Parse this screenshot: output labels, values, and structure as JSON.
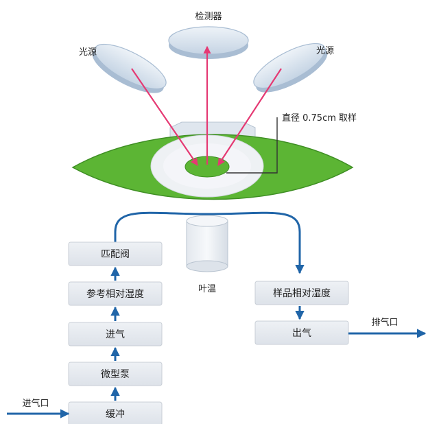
{
  "colors": {
    "leaf": "#5cb534",
    "leaf_edge": "#3f8f24",
    "disc": "#eef1f4",
    "light_arrow": "#e53973",
    "flow_arrow": "#2065a8",
    "box_fill": "#e4e8ee",
    "box_edge": "#c8ced6",
    "lens_fill": "#d9e3ee",
    "lens_edge": "#a9bdd3"
  },
  "labels": {
    "detector": "检测器",
    "light_left": "光源",
    "light_right": "光源",
    "sample_diameter": "直径 0.75cm 取样",
    "leaf_temp": "叶温",
    "exhaust": "排气口",
    "inlet": "进气口"
  },
  "left_chain": [
    "缓冲",
    "微型泵",
    "进气",
    "参考相对湿度",
    "匹配阀"
  ],
  "right_chain": [
    "样品相对湿度",
    "出气"
  ]
}
